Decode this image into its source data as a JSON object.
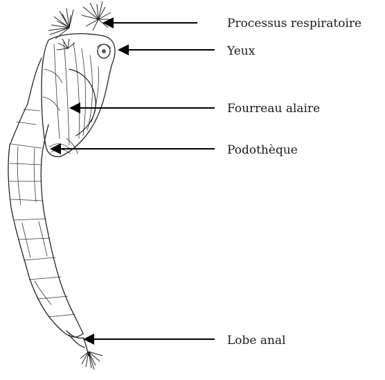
{
  "labels": {
    "processus_respiratoire": "Processus respiratoire",
    "yeux": "Yeux",
    "fourreau_alaire": "Fourreau alaire",
    "podotheque": "Podothèque",
    "lobe_anal": "Lobe anal"
  },
  "colors": {
    "ink": "#222222",
    "arrow": "#000000",
    "background": "#ffffff"
  }
}
